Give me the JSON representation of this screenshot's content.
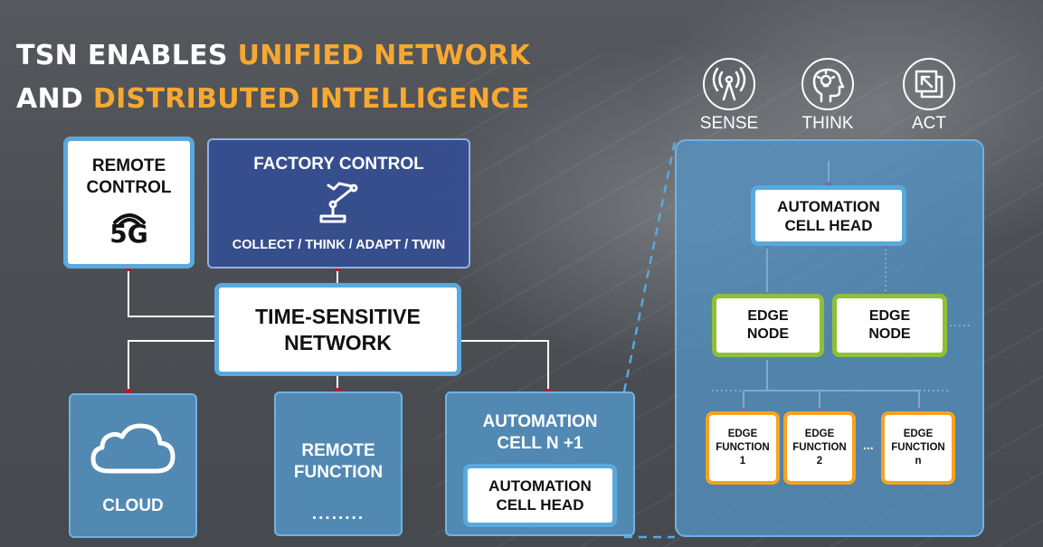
{
  "title": {
    "line1_white": "TSN ENABLES ",
    "line1_accent": "UNIFIED NETWORK",
    "line2_white": "AND ",
    "line2_accent": "DISTRIBUTED INTELLIGENCE"
  },
  "colors": {
    "accent": "#f7a830",
    "box_border_blue": "#5aa9dd",
    "edge_node_green": "#8fbf36",
    "edge_function_orange": "#f7a21e",
    "connector_dot": "#c0141c",
    "factory_control_navy": "#344e91"
  },
  "left": {
    "remote_control": {
      "line1": "REMOTE",
      "line2": "CONTROL",
      "icon_text": "5G",
      "icon": "5g-signal-icon"
    },
    "factory_control": {
      "title": "FACTORY CONTROL",
      "subtitle": "COLLECT / THINK / ADAPT / TWIN",
      "icon": "robot-arm-icon"
    },
    "tsn": {
      "line1": "TIME-SENSITIVE",
      "line2": "NETWORK"
    },
    "cloud": {
      "label": "CLOUD",
      "icon": "cloud-icon"
    },
    "remote_function": {
      "line1": "REMOTE",
      "line2": "FUNCTION",
      "ellipsis": "........"
    },
    "automation_cell_n1": {
      "line1": "AUTOMATION",
      "line2": "CELL N +1",
      "head_line1": "AUTOMATION",
      "head_line2": "CELL HEAD"
    }
  },
  "right": {
    "icons": [
      {
        "label": "SENSE",
        "icon": "sense-antenna-icon"
      },
      {
        "label": "THINK",
        "icon": "think-head-bulb-icon"
      },
      {
        "label": "ACT",
        "icon": "act-arrow-icon"
      }
    ],
    "cell_head": {
      "line1": "AUTOMATION",
      "line2": "CELL HEAD"
    },
    "edge_nodes": [
      {
        "line1": "EDGE",
        "line2": "NODE"
      },
      {
        "line1": "EDGE",
        "line2": "NODE"
      }
    ],
    "edge_functions": [
      {
        "line1": "EDGE",
        "line2": "FUNCTION",
        "line3": "1"
      },
      {
        "line1": "EDGE",
        "line2": "FUNCTION",
        "line3": "2"
      },
      {
        "line1": "EDGE",
        "line2": "FUNCTION",
        "line3": "n"
      }
    ],
    "functions_ellipsis": "..."
  }
}
